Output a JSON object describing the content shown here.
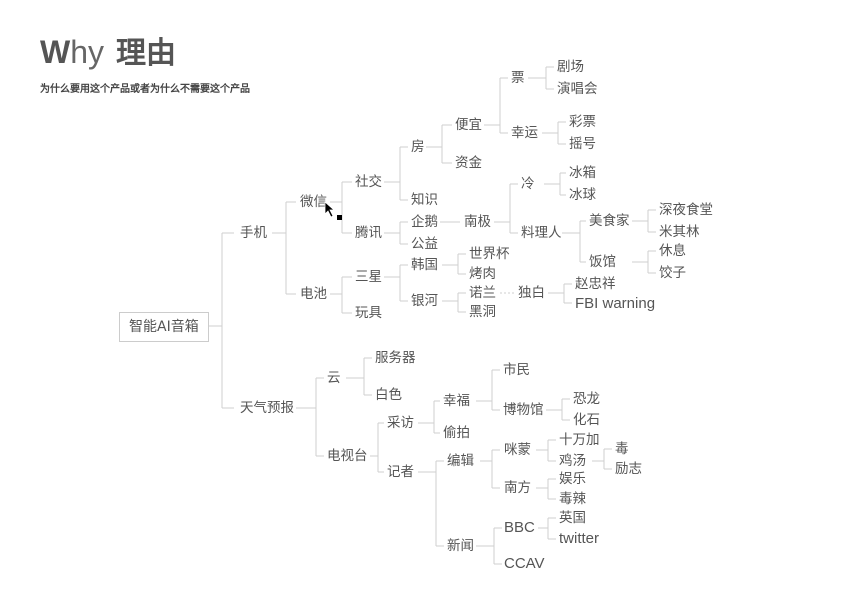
{
  "header": {
    "title_w": "W",
    "title_hy": "hy",
    "title_cn": "理由",
    "subtitle": "为什么要用这个产品或者为什么不需要这个产品"
  },
  "mindmap": {
    "root": "智能AI音箱",
    "nodes": {
      "shouji": "手机",
      "tianqi": "天气预报",
      "weixin": "微信",
      "dianchi": "电池",
      "shejiao": "社交",
      "tengxun": "腾讯",
      "sanxing": "三星",
      "wanju": "玩具",
      "fang": "房",
      "zhishi": "知识",
      "qie": "企鹅",
      "gongyi": "公益",
      "hanguo": "韩国",
      "yinhe": "银河",
      "pianyi": "便宜",
      "zijin": "资金",
      "piao": "票",
      "xingyun": "幸运",
      "juchang": "剧场",
      "yanchanghui": "演唱会",
      "caipiao": "彩票",
      "yaohao": "摇号",
      "nanji": "南极",
      "leng": "冷",
      "liaoliren": "料理人",
      "bingxiang": "冰箱",
      "bingqiu": "冰球",
      "meishijia": "美食家",
      "fanguan": "饭馆",
      "shenye": "深夜食堂",
      "miqilin": "米其林",
      "xiuxi": "休息",
      "jiaozi": "饺子",
      "shijiebei": "世界杯",
      "kaorou": "烤肉",
      "nuolan": "诺兰",
      "heidong": "黑洞",
      "dubai": "独白",
      "zhaozhongxiang": "赵忠祥",
      "fbi": "FBI warning",
      "yun": "云",
      "dianshitai": "电视台",
      "fuwuqi": "服务器",
      "baise": "白色",
      "caifang": "采访",
      "jizhe": "记者",
      "xingfu": "幸福",
      "toupai": "偷拍",
      "shimin": "市民",
      "bowuguan": "博物馆",
      "konglong": "恐龙",
      "huashi": "化石",
      "bianji": "编辑",
      "xinwen": "新闻",
      "mimeng": "咪蒙",
      "nanfang": "南方",
      "shiwanjia": "十万加",
      "jitang": "鸡汤",
      "du": "毒",
      "lizhi": "励志",
      "yule": "娱乐",
      "dula": "毒辣",
      "bbc": "BBC",
      "ccav": "CCAV",
      "yingguo": "英国",
      "twitter": "twitter"
    }
  },
  "colors": {
    "background": "#ffffff",
    "text": "#555555",
    "line": "#cccccc",
    "root_border": "#cccccc"
  }
}
